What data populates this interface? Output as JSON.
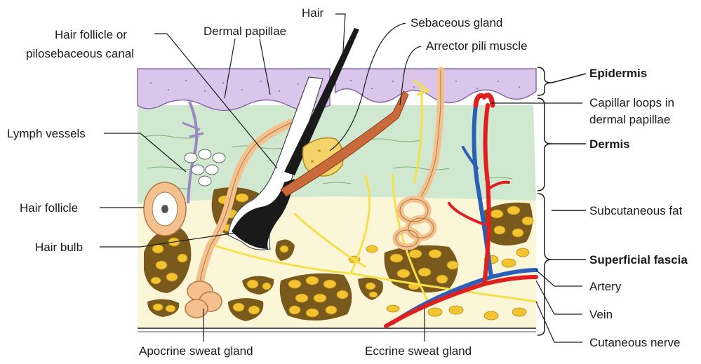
{
  "labels": {
    "hair": "Hair",
    "sebaceous_gland": "Sebaceous gland",
    "dermal_papillae": "Dermal papillae",
    "arrector_pili": "Arrector pili muscle",
    "hair_follicle_canal_1": "Hair follicle or",
    "hair_follicle_canal_2": "pilosebaceous canal",
    "lymph_vessels": "Lymph vessels",
    "hair_follicle": "Hair follicle",
    "hair_bulb": "Hair bulb",
    "apocrine": "Apocrine sweat gland",
    "eccrine": "Eccrine sweat gland",
    "epidermis": "Epidermis",
    "capillary_1": "Capillar loops in",
    "capillary_2": "dermal papillae",
    "dermis": "Dermis",
    "subcutaneous_fat": "Subcutaneous fat",
    "superficial_fascia": "Superficial fascia",
    "artery": "Artery",
    "vein": "Vein",
    "cutaneous_nerve": "Cutaneous nerve"
  },
  "colors": {
    "epidermis": "#d9c6ea",
    "epidermis_line": "#8a6aa8",
    "dermis": "#cfe8cf",
    "dermis_line": "#6a9a6a",
    "subcutaneous": "#fbf6d8",
    "fat_lobule": "#7a5a1c",
    "fat_cell": "#f4c430",
    "gland": "#f3c08e",
    "gland_line": "#b07840",
    "hair": "#1a1a1a",
    "artery": "#e02020",
    "vein": "#2c5fb8",
    "nerve": "#f5e04a",
    "lymph": "#9a86c0",
    "muscle": "#c96a3a"
  }
}
